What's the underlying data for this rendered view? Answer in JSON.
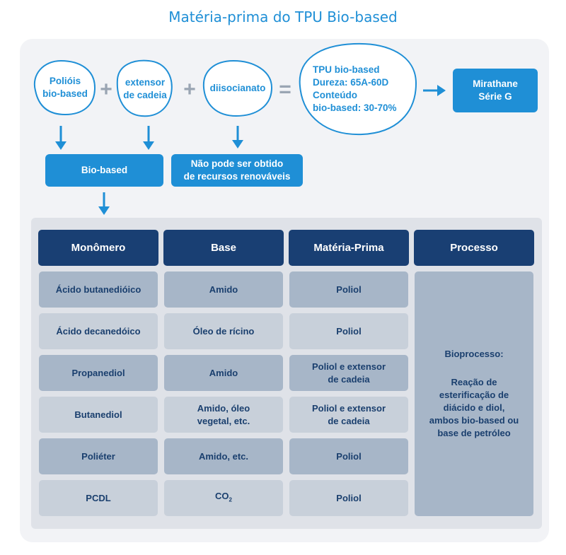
{
  "title": "Matéria-prima do TPU Bio-based",
  "formula": {
    "polyols": "Polióis\nbio-based",
    "extender": "extensor\nde cadeia",
    "diisocyanate": "diisocianato",
    "plus": "+",
    "equals": "=",
    "result": "TPU bio-based\nDureza: 65A-60D\nConteúdo\nbio-based: 30-70%",
    "product": "Mirathane\nSérie G"
  },
  "bio_based_box": "Bio-based",
  "non_renewable_box": "Não pode ser obtido\nde recursos renováveis",
  "table": {
    "headers": [
      "Monômero",
      "Base",
      "Matéria-Prima",
      "Processo"
    ],
    "rows": [
      {
        "monomer": "Ácido butanedióico",
        "base": "Amido",
        "raw": "Poliol"
      },
      {
        "monomer": "Ácido decanedóico",
        "base": "Óleo de rícino",
        "raw": "Poliol"
      },
      {
        "monomer": "Propanediol",
        "base": "Amido",
        "raw": "Poliol e extensor\nde cadeia"
      },
      {
        "monomer": "Butanediol",
        "base": "Amido, óleo\nvegetal, etc.",
        "raw": "Poliol e extensor\nde cadeia"
      },
      {
        "monomer": "Poliéter",
        "base": "Amido, etc.",
        "raw": "Poliol"
      },
      {
        "monomer": "PCDL",
        "base": "CO",
        "base_sub": "2",
        "raw": "Poliol"
      }
    ],
    "process_title": "Bioprocesso:",
    "process_text": "Reação de\nesterificação de\ndiácido e diol,\nambos bio-based ou\nbase de petróleo"
  },
  "colors": {
    "accent_blue": "#1f8fd6",
    "header_navy": "#193f73",
    "cell_dark": "#a7b6c8",
    "cell_light": "#c8d0da"
  }
}
